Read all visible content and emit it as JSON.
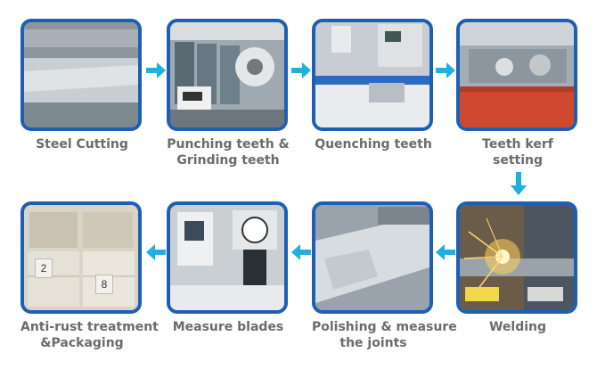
{
  "colors": {
    "frame": "#1f5fb3",
    "arrow": "#1fb0e0",
    "label": "#6b6b6b"
  },
  "steps": [
    {
      "name": "steel-cutting",
      "lines": [
        "Steel Cutting"
      ]
    },
    {
      "name": "punching-grinding",
      "lines": [
        "Punching teeth &",
        "Grinding teeth"
      ]
    },
    {
      "name": "quenching",
      "lines": [
        "Quenching teeth"
      ]
    },
    {
      "name": "teeth-kerf",
      "lines": [
        "Teeth kerf",
        "setting"
      ]
    },
    {
      "name": "welding",
      "lines": [
        "Welding"
      ]
    },
    {
      "name": "polishing",
      "lines": [
        "Polishing & measure",
        "the joints"
      ]
    },
    {
      "name": "measure-blades",
      "lines": [
        "Measure blades"
      ]
    },
    {
      "name": "anti-rust",
      "lines": [
        "Anti-rust treatment",
        "&Packaging"
      ]
    }
  ],
  "box_labels": [
    "2",
    "8"
  ]
}
